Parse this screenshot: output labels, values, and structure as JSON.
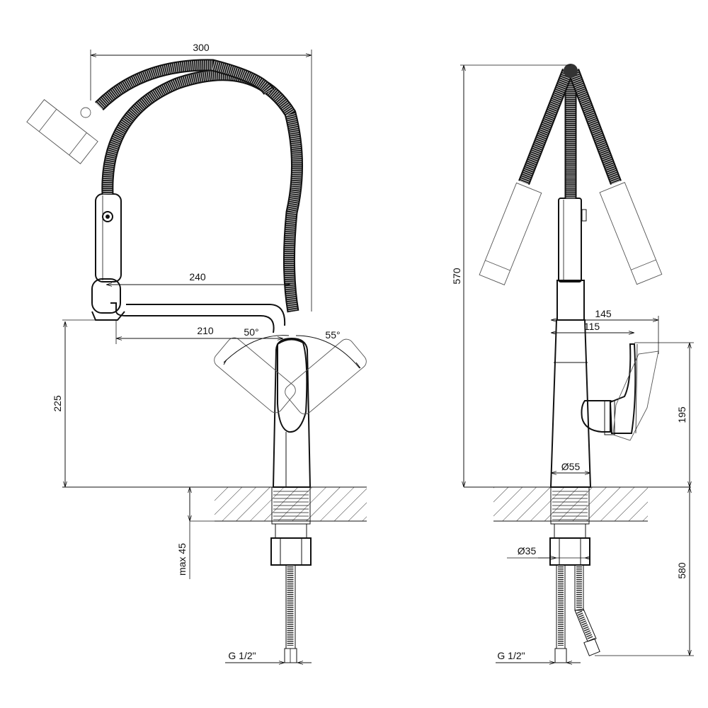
{
  "front_view": {
    "width_label": "300",
    "spout_reach_label": "240",
    "spout_offset_label": "210",
    "angle_left_label": "50°",
    "angle_right_label": "55°",
    "spout_height_label": "225",
    "deck_thickness_label": "max 45",
    "connection_label": "G 1/2\""
  },
  "side_view": {
    "total_height_label": "570",
    "handle_reach_label": "145",
    "lever_reach_label": "115",
    "handle_height_label": "195",
    "base_diameter_label": "Ø55",
    "shank_diameter_label": "Ø35",
    "hose_length_label": "580",
    "connection_label": "G 1/2\""
  }
}
